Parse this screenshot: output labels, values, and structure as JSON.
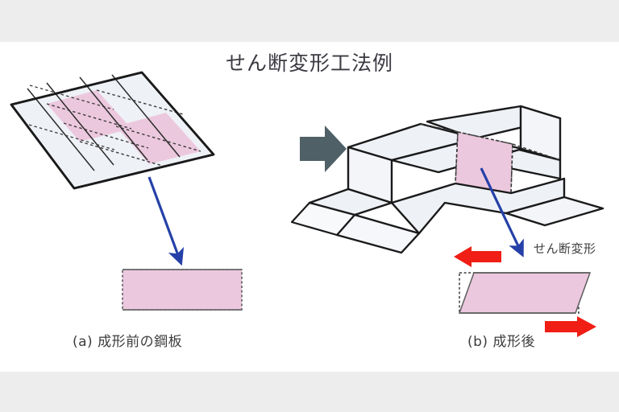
{
  "figure": {
    "title": "せん断変形工法例",
    "background_color": "#ffffff",
    "band_color": "#ededed"
  },
  "captions": {
    "left": "(a) 成形前の鋼板",
    "right": "(b) 成形後"
  },
  "annotations": {
    "shear_label": "せん断変形"
  },
  "colors": {
    "sheet_fill": "#eef1f6",
    "sheet_stroke": "#1a1a1a",
    "grid_dashed": "#3a3a3a",
    "highlight_pink": "#ecc8de",
    "highlight_pink_stroke": "#6b6b6b",
    "callout_blue": "#2540a8",
    "process_arrow_gray": "#4f6066",
    "shear_arrow_red": "#f01e14",
    "text_dark": "#3a3a42"
  },
  "elements": {
    "process_arrow": "arrow-right-gray",
    "callout_arrow_left": "arrow-down-right-blue",
    "callout_arrow_right": "arrow-down-right-blue",
    "shear_arrow_top": "arrow-left-red",
    "shear_arrow_bottom": "arrow-right-red",
    "blank_sheet": "parallelogram-grid-sheet",
    "formed_part": "stepped-channel-3d",
    "detail_before": "rectangle-pink-dashed",
    "detail_after": "parallelogram-pink-sheared"
  },
  "grid": {
    "columns": 4,
    "rows": 3,
    "highlighted_cells": [
      "r1c2",
      "r2c3"
    ]
  }
}
